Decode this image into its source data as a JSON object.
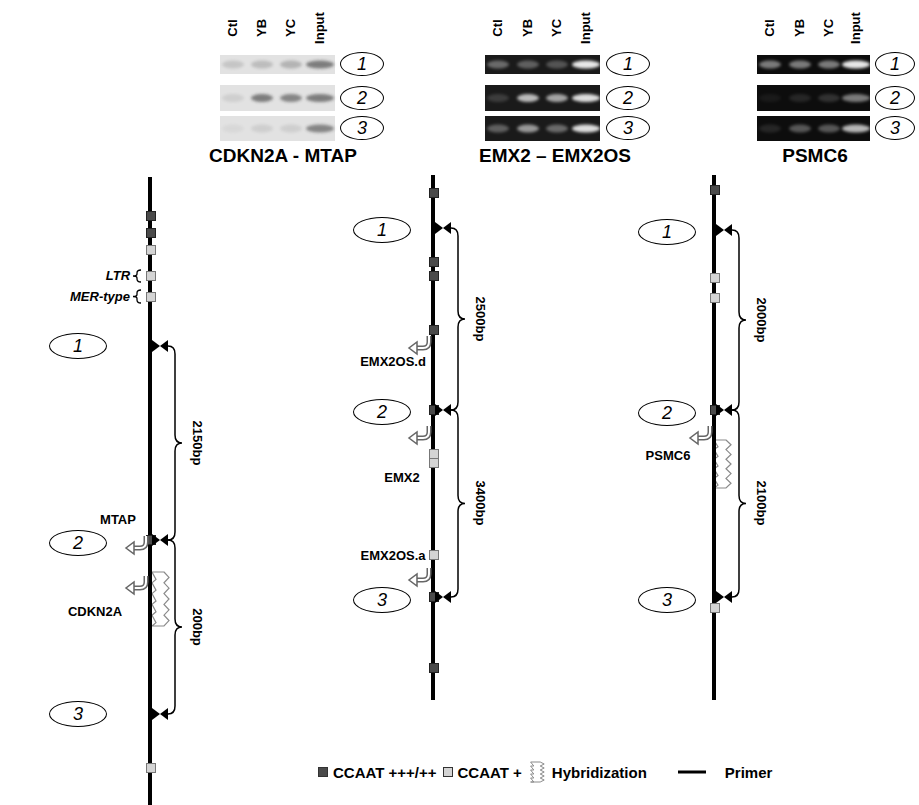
{
  "diagram": {
    "nodes": [
      {
        "text": [
          "1"
        ]
      },
      {
        "text": [
          "2"
        ]
      },
      {
        "text": [
          "3"
        ]
      },
      {
        "text": [
          "1"
        ]
      },
      {
        "text": [
          "2"
        ]
      },
      {
        "text": [
          "3"
        ]
      },
      {
        "text": [
          "1"
        ]
      },
      {
        "text": [
          "2"
        ]
      },
      {
        "text": [
          "3"
        ]
      },
      {
        "text": [
          "1"
        ]
      },
      {
        "text": [
          "2"
        ]
      },
      {
        "text": [
          "3"
        ]
      },
      {
        "text": [
          "1"
        ]
      },
      {
        "text": [
          "2"
        ]
      },
      {
        "text": [
          "3"
        ]
      },
      {
        "text": [
          "1"
        ]
      },
      {
        "text": [
          "2"
        ]
      },
      {
        "text": [
          "3"
        ]
      }
    ],
    "labels": [
      "Ctl",
      "YB",
      "YC",
      "Input",
      "Ctl",
      "YB",
      "YC",
      "Input",
      "Ctl",
      "YB",
      "YC",
      "Input",
      "CDKN2A - MTAP",
      "EMX2 – EMX2OS",
      "PSMC6",
      "LTR",
      "MER-type",
      "2150bp",
      "MTAP",
      "CDKN2A",
      "200bp",
      "2500bp",
      "EMX2OS.d",
      "EMX2",
      "3400bp",
      "EMX2OS.a",
      "2000bp",
      "PSMC6",
      "2100bp"
    ],
    "legend": [
      {
        "text": "CCAAT +++/++",
        "color": "#4a4a4a"
      },
      {
        "text": "CCAAT +",
        "color": "#d4d4d4"
      },
      {
        "text": "Hybridization"
      },
      {
        "text": "Primer"
      }
    ]
  }
}
